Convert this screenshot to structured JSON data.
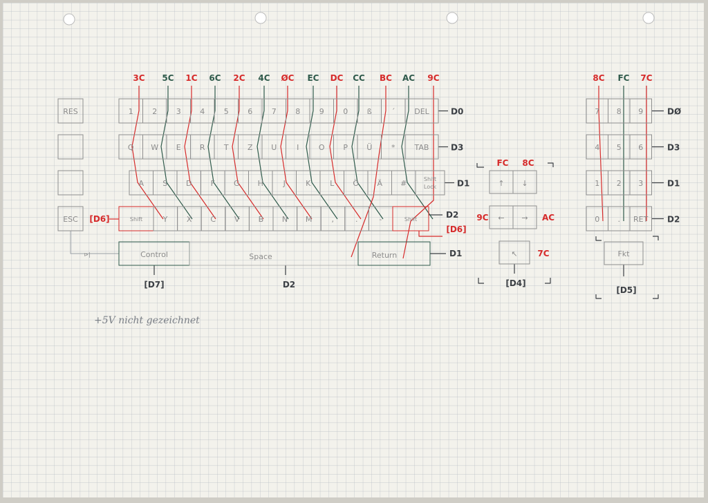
{
  "colors": {
    "paper": "#f3f2ec",
    "grid": "#b7bcc4",
    "key": "#8e8e8e",
    "red": "#d62a2a",
    "green": "#2f5a4b",
    "dark": "#3b3f44"
  },
  "top_wire_labels": [
    {
      "text": "3C",
      "color": "red"
    },
    {
      "text": "5C",
      "color": "green"
    },
    {
      "text": "1C",
      "color": "red"
    },
    {
      "text": "6C",
      "color": "green"
    },
    {
      "text": "2C",
      "color": "red"
    },
    {
      "text": "4C",
      "color": "green"
    },
    {
      "text": "ØC",
      "color": "red"
    },
    {
      "text": "EC",
      "color": "green"
    },
    {
      "text": "DC",
      "color": "red"
    },
    {
      "text": "CC",
      "color": "green"
    },
    {
      "text": "BC",
      "color": "red"
    },
    {
      "text": "AC",
      "color": "green"
    },
    {
      "text": "9C",
      "color": "red"
    }
  ],
  "rows": [
    {
      "keys": [
        "1",
        "2",
        "3",
        "4",
        "5",
        "6",
        "7",
        "8",
        "9",
        "0",
        "ß",
        "´",
        "DEL"
      ],
      "data_line": "D0"
    },
    {
      "keys": [
        "Q",
        "W",
        "E",
        "R",
        "T",
        "Z",
        "U",
        "I",
        "O",
        "P",
        "Ü",
        "*",
        "TAB"
      ],
      "data_line": "D3"
    },
    {
      "keys": [
        "A",
        "S",
        "D",
        "F",
        "G",
        "H",
        "J",
        "K",
        "L",
        "Ö",
        "Ä",
        "#",
        "Shift Lock"
      ],
      "data_line": "D1"
    },
    {
      "keys": [
        "Shift",
        "Y",
        "X",
        "C",
        "V",
        "B",
        "N",
        "M",
        ",",
        ".",
        "-",
        "Shift"
      ],
      "data_line": "D2"
    }
  ],
  "left_keys": [
    "RES",
    "",
    "",
    "ESC"
  ],
  "bottom_row": {
    "control": "Control",
    "space": "Space",
    "return": "Return",
    "data_line": "D1"
  },
  "bracket_labels": {
    "d6_left": "[D6]",
    "d6_right": "[D6]",
    "d7": "[D7]",
    "d2_space": "D2",
    "diode": "⊳|"
  },
  "cursor_block": {
    "top_labels": [
      {
        "text": "FC",
        "color": "red"
      },
      {
        "text": "8C",
        "color": "red"
      }
    ],
    "up": "↑",
    "down": "↓",
    "left": "←",
    "right": "→",
    "home": "↖",
    "left_label": "9C",
    "right_label": "AC",
    "home_label": "7C",
    "bottom": "[D4]"
  },
  "numpad": {
    "top_labels": [
      {
        "text": "8C",
        "color": "red"
      },
      {
        "text": "FC",
        "color": "green"
      },
      {
        "text": "7C",
        "color": "red"
      }
    ],
    "rows": [
      {
        "keys": [
          "7",
          "8",
          "9"
        ],
        "data_line": "DØ"
      },
      {
        "keys": [
          "4",
          "5",
          "6"
        ],
        "data_line": "D3"
      },
      {
        "keys": [
          "1",
          "2",
          "3"
        ],
        "data_line": "D1"
      },
      {
        "keys": [
          "0",
          ".",
          "RET"
        ],
        "data_line": "D2"
      }
    ],
    "fkt": "Fkt",
    "bottom": "[D5]"
  },
  "note": "+5V nicht gezeichnet"
}
